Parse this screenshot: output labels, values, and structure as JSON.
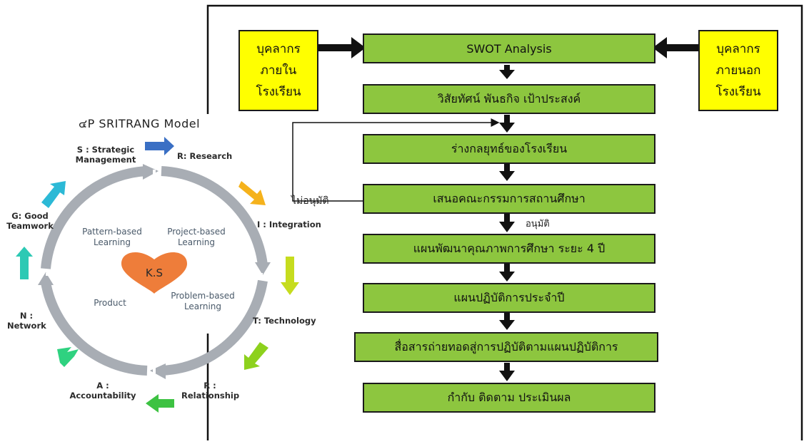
{
  "model_title": "๔P SRITRANG Model",
  "cycle": {
    "center": "K.S",
    "stages": {
      "s": "S : Strategic Management",
      "r1": "R: Research",
      "i": "I : Integration",
      "t": "T: Technology",
      "r2": "R : Relationship",
      "a": "A : Accountability",
      "n": "N : Network",
      "g": "G: Good Teamwork"
    },
    "quadrants": {
      "pattern": "Pattern-based Learning",
      "project": "Project-based Learning",
      "product": "Product",
      "problem": "Problem-based Learning"
    }
  },
  "internal_box": [
    "บุคลากร",
    "ภายใน",
    "โรงเรียน"
  ],
  "external_box": [
    "บุคลากร",
    "ภายนอก",
    "โรงเรียน"
  ],
  "steps": [
    "SWOT  Analysis",
    "วิสัยทัศน์  พันธกิจ  เป้าประสงค์",
    "ร่างกลยุทธ์ของโรงเรียน",
    "เสนอคณะกรรมการสถานศึกษา",
    "แผนพัฒนาคุณภาพการศึกษา  ระยะ 4 ปี",
    "แผนปฏิบัติการประจำปี",
    "สื่อสารถ่ายทอดสู่การปฏิบัติตามแผนปฏิบัติการ",
    "กำกับ  ติดตาม  ประเมินผล"
  ],
  "not_approved_label": "ไม่อนุมัติ",
  "approved_label": "อนุมัติ",
  "colors": {
    "step_fill": "#8dc63f",
    "box_fill": "#ffff00",
    "heart": "#ee7d3a",
    "ring": "#a8adb4"
  }
}
